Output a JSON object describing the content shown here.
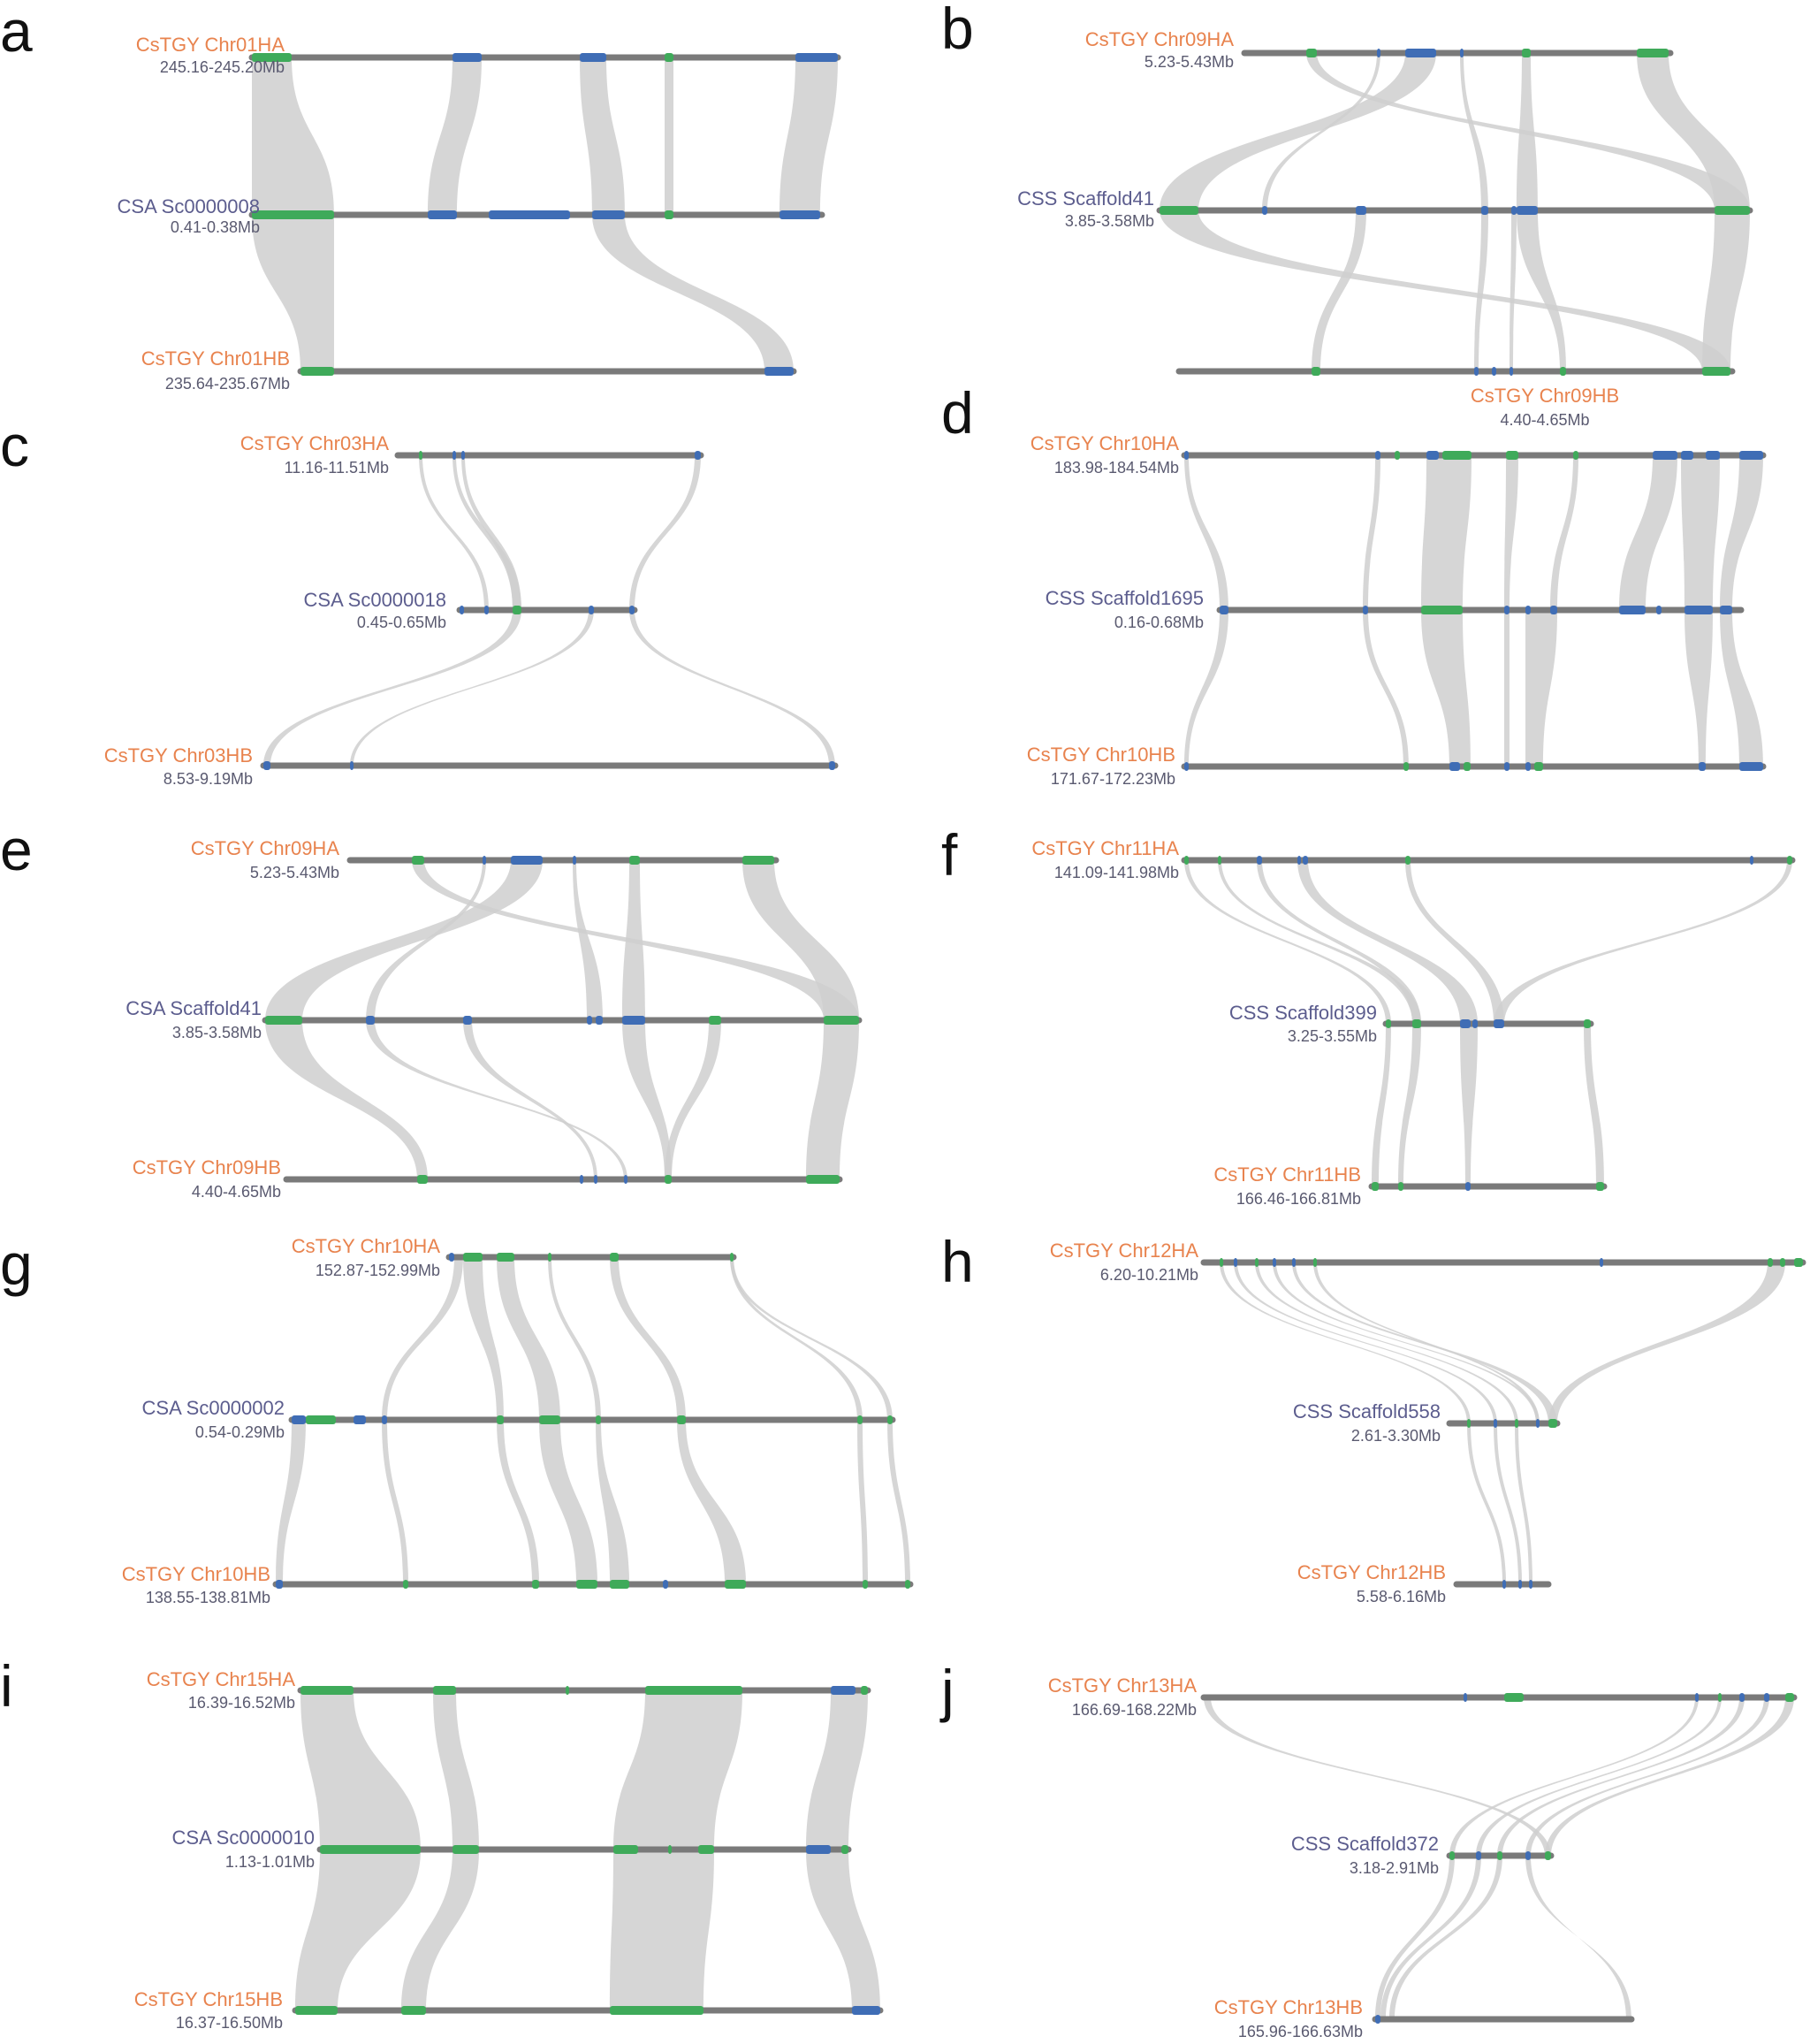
{
  "colors": {
    "ha_hb_label": "#e8834e",
    "ref_label": "#5c5d8e",
    "range_label": "#5a5a70",
    "chromosome": "#7a7a7a",
    "block_green": "#3faa5a",
    "block_blue": "#3f6db5",
    "ribbon": "#cfcfcf"
  },
  "panels": [
    {
      "letter": "a",
      "tracks": [
        {
          "name": "CsTGY Chr01HA",
          "range": "245.16-245.20Mb",
          "role": "hap"
        },
        {
          "name": "CSA Sc0000008",
          "range": "0.41-0.38Mb",
          "role": "ref"
        },
        {
          "name": "CsTGY Chr01HB",
          "range": "235.64-235.67Mb",
          "role": "hap"
        }
      ]
    },
    {
      "letter": "b",
      "tracks": [
        {
          "name": "CsTGY Chr09HA",
          "range": "5.23-5.43Mb",
          "role": "hap"
        },
        {
          "name": "CSS Scaffold41",
          "range": "3.85-3.58Mb",
          "role": "ref"
        },
        {
          "name": "CsTGY Chr09HB",
          "range": "4.40-4.65Mb",
          "role": "hap"
        }
      ]
    },
    {
      "letter": "c",
      "tracks": [
        {
          "name": "CsTGY Chr03HA",
          "range": "11.16-11.51Mb",
          "role": "hap"
        },
        {
          "name": "CSA Sc0000018",
          "range": "0.45-0.65Mb",
          "role": "ref"
        },
        {
          "name": "CsTGY Chr03HB",
          "range": "8.53-9.19Mb",
          "role": "hap"
        }
      ]
    },
    {
      "letter": "d",
      "tracks": [
        {
          "name": "CsTGY Chr10HA",
          "range": "183.98-184.54Mb",
          "role": "hap"
        },
        {
          "name": "CSS Scaffold1695",
          "range": "0.16-0.68Mb",
          "role": "ref"
        },
        {
          "name": "CsTGY Chr10HB",
          "range": "171.67-172.23Mb",
          "role": "hap"
        }
      ]
    },
    {
      "letter": "e",
      "tracks": [
        {
          "name": "CsTGY Chr09HA",
          "range": "5.23-5.43Mb",
          "role": "hap"
        },
        {
          "name": "CSA Scaffold41",
          "range": "3.85-3.58Mb",
          "role": "ref"
        },
        {
          "name": "CsTGY Chr09HB",
          "range": "4.40-4.65Mb",
          "role": "hap"
        }
      ]
    },
    {
      "letter": "f",
      "tracks": [
        {
          "name": "CsTGY Chr11HA",
          "range": "141.09-141.98Mb",
          "role": "hap"
        },
        {
          "name": "CSS Scaffold399",
          "range": "3.25-3.55Mb",
          "role": "ref"
        },
        {
          "name": "CsTGY Chr11HB",
          "range": "166.46-166.81Mb",
          "role": "hap"
        }
      ]
    },
    {
      "letter": "g",
      "tracks": [
        {
          "name": "CsTGY Chr10HA",
          "range": "152.87-152.99Mb",
          "role": "hap"
        },
        {
          "name": "CSA Sc0000002",
          "range": "0.54-0.29Mb",
          "role": "ref"
        },
        {
          "name": "CsTGY Chr10HB",
          "range": "138.55-138.81Mb",
          "role": "hap"
        }
      ]
    },
    {
      "letter": "h",
      "tracks": [
        {
          "name": "CsTGY Chr12HA",
          "range": "6.20-10.21Mb",
          "role": "hap"
        },
        {
          "name": "CSS Scaffold558",
          "range": "2.61-3.30Mb",
          "role": "ref"
        },
        {
          "name": "CsTGY Chr12HB",
          "range": "5.58-6.16Mb",
          "role": "hap"
        }
      ]
    },
    {
      "letter": "i",
      "tracks": [
        {
          "name": "CsTGY Chr15HA",
          "range": "16.39-16.52Mb",
          "role": "hap"
        },
        {
          "name": "CSA Sc0000010",
          "range": "1.13-1.01Mb",
          "role": "ref"
        },
        {
          "name": "CsTGY Chr15HB",
          "range": "16.37-16.50Mb",
          "role": "hap"
        }
      ]
    },
    {
      "letter": "j",
      "tracks": [
        {
          "name": "CsTGY Chr13HA",
          "range": "166.69-168.22Mb",
          "role": "hap"
        },
        {
          "name": "CSS Scaffold372",
          "range": "3.18-2.91Mb",
          "role": "ref"
        },
        {
          "name": "CsTGY Chr13HB",
          "range": "165.96-166.63Mb",
          "role": "hap"
        }
      ]
    }
  ]
}
